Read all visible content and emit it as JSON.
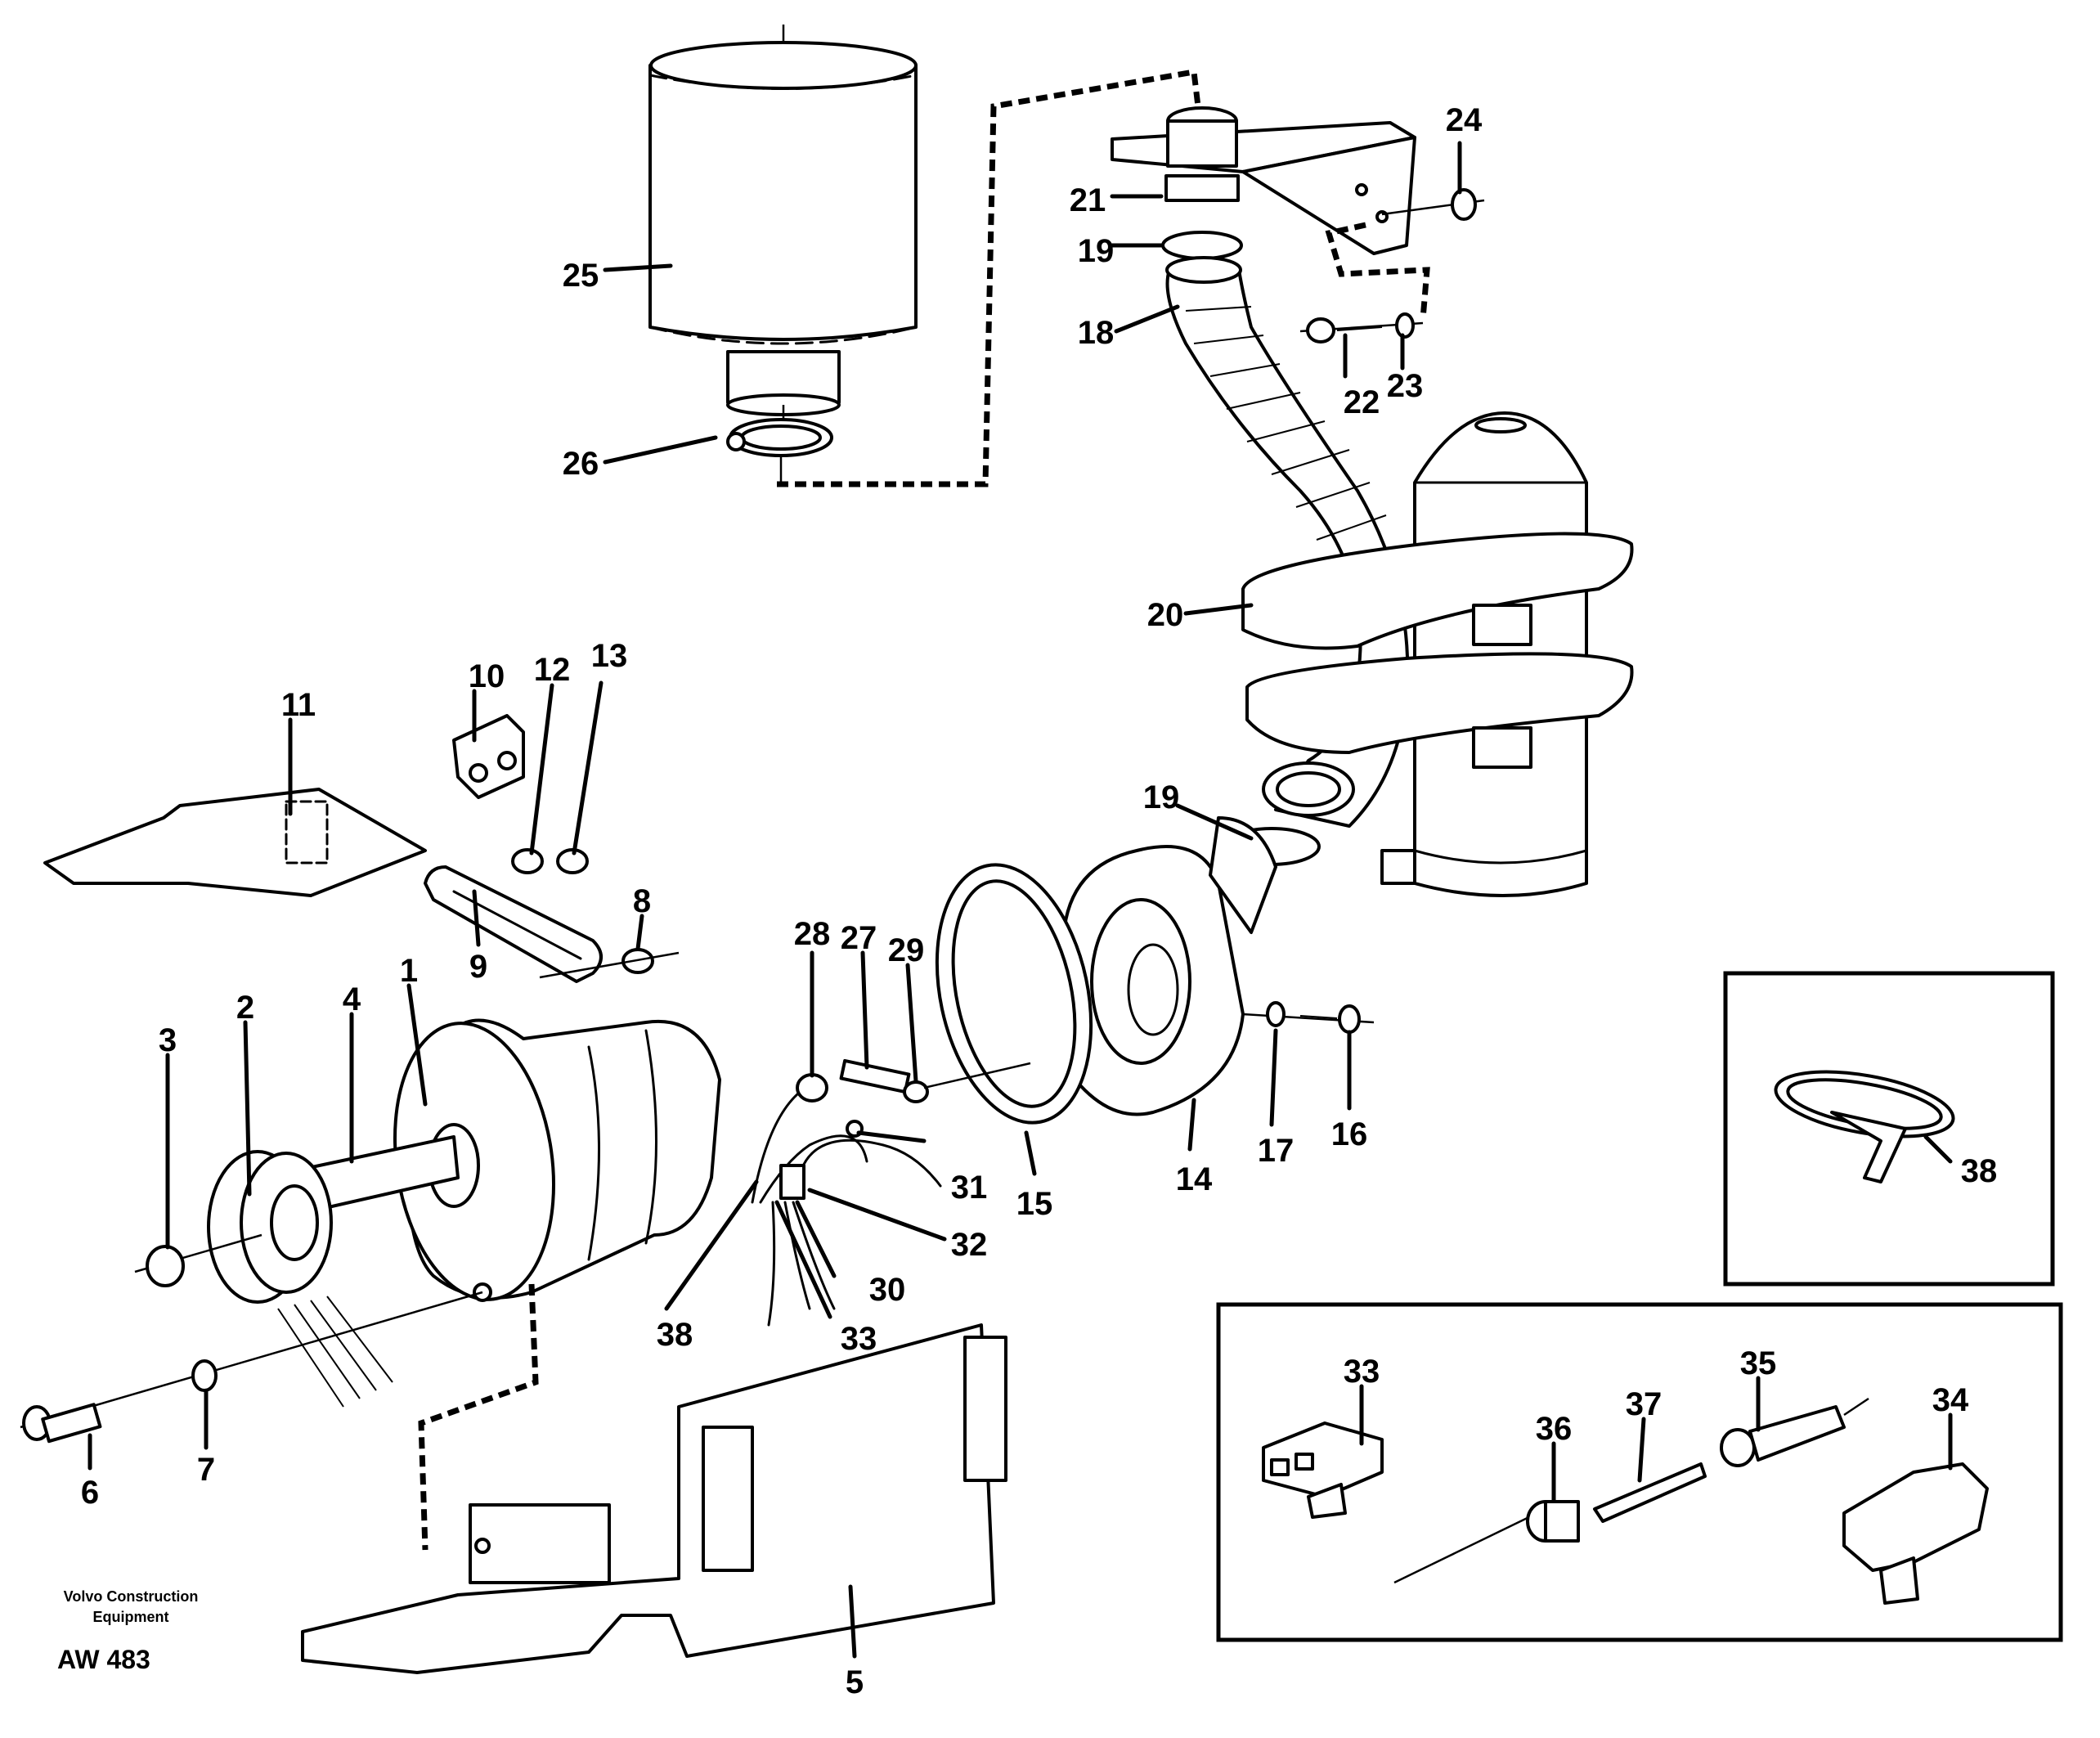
{
  "diagram": {
    "publisher_line1": "Volvo Construction",
    "publisher_line2": "Equipment",
    "figure_code": "AW 483",
    "callouts": [
      "1",
      "2",
      "3",
      "4",
      "5",
      "6",
      "7",
      "8",
      "9",
      "10",
      "11",
      "12",
      "13",
      "14",
      "15",
      "16",
      "17",
      "18",
      "19",
      "19",
      "20",
      "21",
      "22",
      "23",
      "24",
      "25",
      "26",
      "27",
      "28",
      "29",
      "30",
      "31",
      "32",
      "33",
      "38",
      "38",
      "33",
      "36",
      "37",
      "35",
      "34"
    ],
    "colors": {
      "ink": "#000000",
      "paper": "#ffffff"
    }
  }
}
